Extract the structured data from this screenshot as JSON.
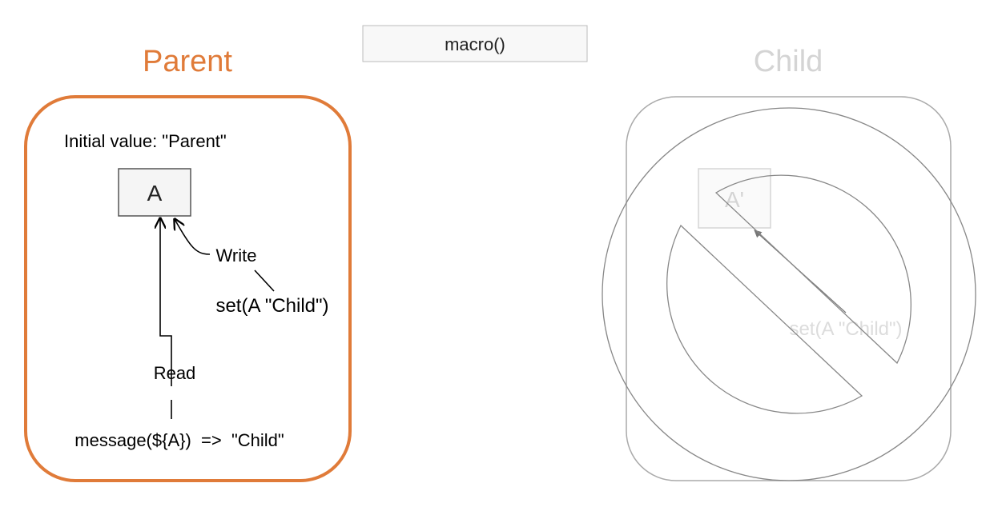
{
  "macro": {
    "label": "macro()"
  },
  "parent": {
    "title": "Parent",
    "initial_value": "Initial value: \"Parent\"",
    "variable": "A",
    "write_label": "Write",
    "set_command": "set(A \"Child\")",
    "read_label": "Read",
    "message": "message(${A})  =>  \"Child\""
  },
  "child": {
    "title": "Child",
    "variable": "A'",
    "set_command": "set(A \"Child\")"
  },
  "colors": {
    "parent_accent": "#e07b39",
    "child_muted": "#cccccc",
    "line": "#000000",
    "box_fill": "#f5f5f5",
    "prohibit_stroke": "#888888"
  },
  "icons": {
    "prohibited": "no-entry-icon"
  }
}
